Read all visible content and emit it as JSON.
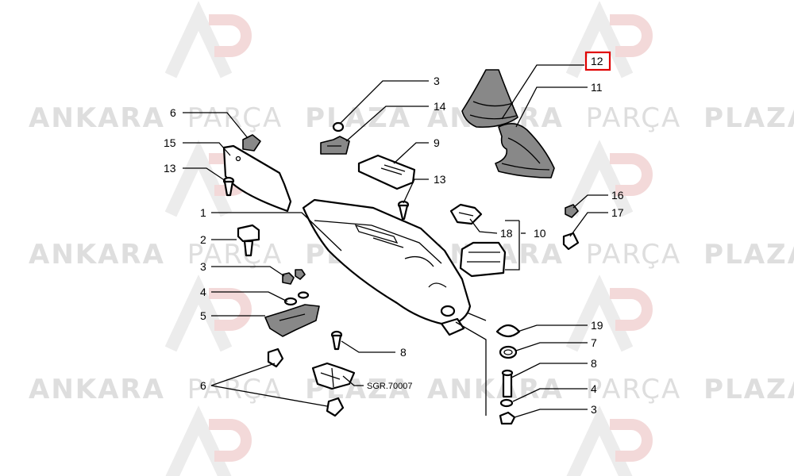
{
  "watermark": {
    "brand_bold_1": "ANKARA",
    "brand_light": "PARÇA",
    "brand_bold_2": "PLAZA",
    "brand_color": "#dedede",
    "logo_accent_color": "#e6b3b3"
  },
  "callouts": [
    {
      "id": "c-3-top",
      "text": "3"
    },
    {
      "id": "c-14",
      "text": "14"
    },
    {
      "id": "c-6-left",
      "text": "6"
    },
    {
      "id": "c-15",
      "text": "15"
    },
    {
      "id": "c-13-left",
      "text": "13"
    },
    {
      "id": "c-9",
      "text": "9"
    },
    {
      "id": "c-13-mid",
      "text": "13"
    },
    {
      "id": "c-12",
      "text": "12"
    },
    {
      "id": "c-11",
      "text": "11"
    },
    {
      "id": "c-16",
      "text": "16"
    },
    {
      "id": "c-17",
      "text": "17"
    },
    {
      "id": "c-1",
      "text": "1"
    },
    {
      "id": "c-18",
      "text": "18"
    },
    {
      "id": "c-10",
      "text": "10"
    },
    {
      "id": "c-2",
      "text": "2"
    },
    {
      "id": "c-3-left",
      "text": "3"
    },
    {
      "id": "c-4-left",
      "text": "4"
    },
    {
      "id": "c-5",
      "text": "5"
    },
    {
      "id": "c-8-mid",
      "text": "8"
    },
    {
      "id": "c-19",
      "text": "19"
    },
    {
      "id": "c-7",
      "text": "7"
    },
    {
      "id": "c-8-right",
      "text": "8"
    },
    {
      "id": "c-4-right",
      "text": "4"
    },
    {
      "id": "c-3-right",
      "text": "3"
    },
    {
      "id": "c-6-bottom",
      "text": "6"
    },
    {
      "id": "c-sgr",
      "text": "SGR.70007"
    }
  ],
  "highlight": {
    "callout": "12",
    "color": "#e00000"
  }
}
